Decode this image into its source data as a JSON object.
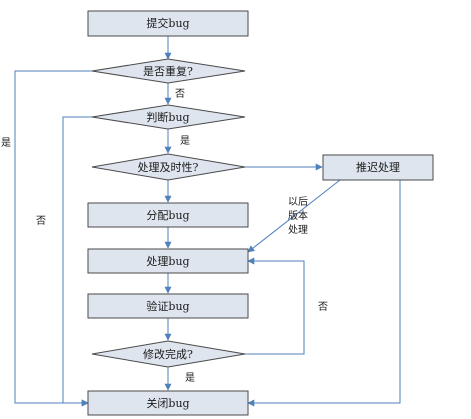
{
  "diagram": {
    "nodes": {
      "submit": {
        "label": "提交bug",
        "shape": "process"
      },
      "duplicate_check": {
        "label": "是否重复?",
        "shape": "decision"
      },
      "judge": {
        "label": "判断bug",
        "shape": "decision"
      },
      "timeliness_check": {
        "label": "处理及时性?",
        "shape": "decision"
      },
      "defer": {
        "label": "推迟处理",
        "shape": "process"
      },
      "assign": {
        "label": "分配bug",
        "shape": "process"
      },
      "handle": {
        "label": "处理bug",
        "shape": "process"
      },
      "verify": {
        "label": "验证bug",
        "shape": "process"
      },
      "fix_done_check": {
        "label": "修改完成?",
        "shape": "decision"
      },
      "close": {
        "label": "关闭bug",
        "shape": "process"
      }
    },
    "edges": {
      "dup_no": {
        "label": "否"
      },
      "dup_yes": {
        "label": "是"
      },
      "judge_yes": {
        "label": "是"
      },
      "judge_no": {
        "label": "否"
      },
      "later": {
        "label_lines": [
          "以后",
          "版本",
          "处理"
        ]
      },
      "fix_no": {
        "label": "否"
      },
      "fix_yes": {
        "label": "是"
      }
    },
    "colors": {
      "fill": "#dfe5ef",
      "stroke": "#4a4a4a",
      "arrow": "#4f81bd"
    }
  }
}
